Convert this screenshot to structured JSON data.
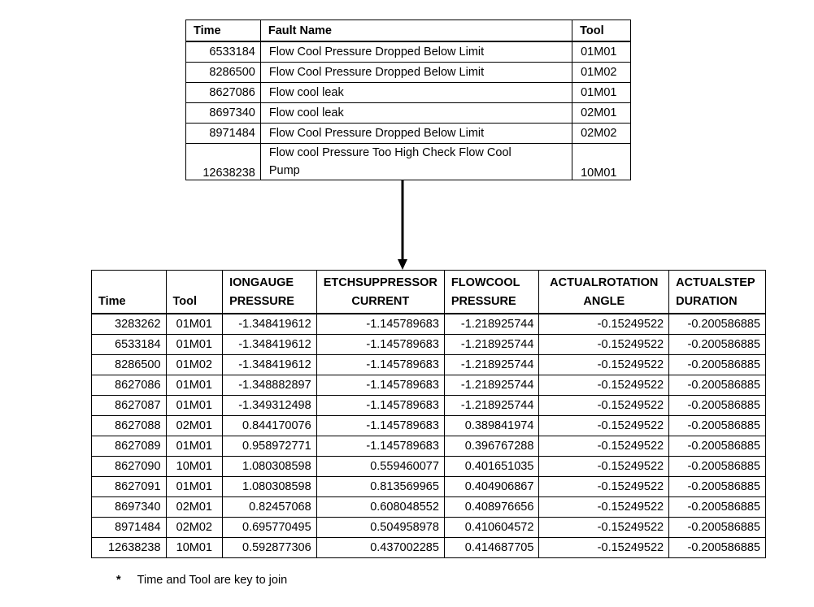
{
  "fault_table": {
    "headers": [
      "Time",
      "Fault Name",
      "Tool"
    ],
    "rows": [
      {
        "time": "6533184",
        "fault": "Flow Cool Pressure Dropped Below Limit",
        "tool": "01M01"
      },
      {
        "time": "8286500",
        "fault": "Flow Cool Pressure Dropped Below Limit",
        "tool": "01M02"
      },
      {
        "time": "8627086",
        "fault": "Flow cool leak",
        "tool": "01M01"
      },
      {
        "time": "8697340",
        "fault": "Flow cool leak",
        "tool": "02M01"
      },
      {
        "time": "8971484",
        "fault": "Flow Cool Pressure Dropped Below Limit",
        "tool": "02M02"
      },
      {
        "time": "12638238",
        "fault_line1": "Flow cool Pressure Too High Check Flow Cool",
        "fault_line2": "Pump",
        "tool": "10M01"
      }
    ]
  },
  "data_table": {
    "headers": [
      {
        "line1": "",
        "line2": "Time"
      },
      {
        "line1": "",
        "line2": "Tool"
      },
      {
        "line1": "IONGAUGE",
        "line2": "PRESSURE"
      },
      {
        "line1": "ETCHSUPPRESSOR",
        "line2": "CURRENT"
      },
      {
        "line1": "FLOWCOOL",
        "line2": "PRESSURE"
      },
      {
        "line1": "ACTUALROTATION",
        "line2": "ANGLE"
      },
      {
        "line1": "ACTUALSTEP",
        "line2": "DURATION"
      }
    ],
    "rows": [
      [
        "3283262",
        "01M01",
        "-1.348419612",
        "-1.145789683",
        "-1.218925744",
        "-0.15249522",
        "-0.200586885"
      ],
      [
        "6533184",
        "01M01",
        "-1.348419612",
        "-1.145789683",
        "-1.218925744",
        "-0.15249522",
        "-0.200586885"
      ],
      [
        "8286500",
        "01M02",
        "-1.348419612",
        "-1.145789683",
        "-1.218925744",
        "-0.15249522",
        "-0.200586885"
      ],
      [
        "8627086",
        "01M01",
        "-1.348882897",
        "-1.145789683",
        "-1.218925744",
        "-0.15249522",
        "-0.200586885"
      ],
      [
        "8627087",
        "01M01",
        "-1.349312498",
        "-1.145789683",
        "-1.218925744",
        "-0.15249522",
        "-0.200586885"
      ],
      [
        "8627088",
        "02M01",
        "0.844170076",
        "-1.145789683",
        "0.389841974",
        "-0.15249522",
        "-0.200586885"
      ],
      [
        "8627089",
        "01M01",
        "0.958972771",
        "-1.145789683",
        "0.396767288",
        "-0.15249522",
        "-0.200586885"
      ],
      [
        "8627090",
        "10M01",
        "1.080308598",
        "0.559460077",
        "0.401651035",
        "-0.15249522",
        "-0.200586885"
      ],
      [
        "8627091",
        "01M01",
        "1.080308598",
        "0.813569965",
        "0.404906867",
        "-0.15249522",
        "-0.200586885"
      ],
      [
        "8697340",
        "02M01",
        "0.82457068",
        "0.608048552",
        "0.408976656",
        "-0.15249522",
        "-0.200586885"
      ],
      [
        "8971484",
        "02M02",
        "0.695770495",
        "0.504958978",
        "0.410604572",
        "-0.15249522",
        "-0.200586885"
      ],
      [
        "12638238",
        "10M01",
        "0.592877306",
        "0.437002285",
        "0.414687705",
        "-0.15249522",
        "-0.200586885"
      ]
    ]
  },
  "note": {
    "marker": "*",
    "text": "Time and Tool are key to join"
  }
}
